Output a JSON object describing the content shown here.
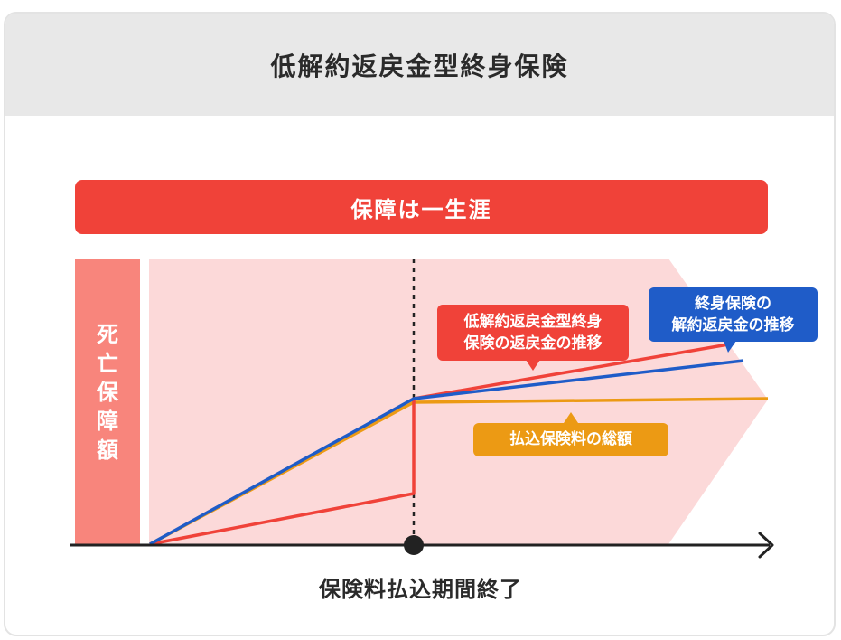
{
  "header": {
    "title": "低解約返戻金型終身保険"
  },
  "coverage_band": {
    "label": "保障は一生涯"
  },
  "side_label": {
    "chars": [
      "死",
      "亡",
      "保",
      "障",
      "額"
    ]
  },
  "callouts": {
    "red": {
      "line1": "低解約返戻金型終身",
      "line2": "保険の返戻金の推移"
    },
    "blue": {
      "line1": "終身保険の",
      "line2": "解約返戻金の推移"
    },
    "orange": {
      "line1": "払込保険料の総額"
    }
  },
  "axis": {
    "end_label": "保険料払込期間終了"
  },
  "colors": {
    "red": "#f04239",
    "blue": "#1f5cc8",
    "orange": "#ec9a14",
    "pink_area": "#fcd9d9",
    "side_bar": "#f8857c"
  }
}
